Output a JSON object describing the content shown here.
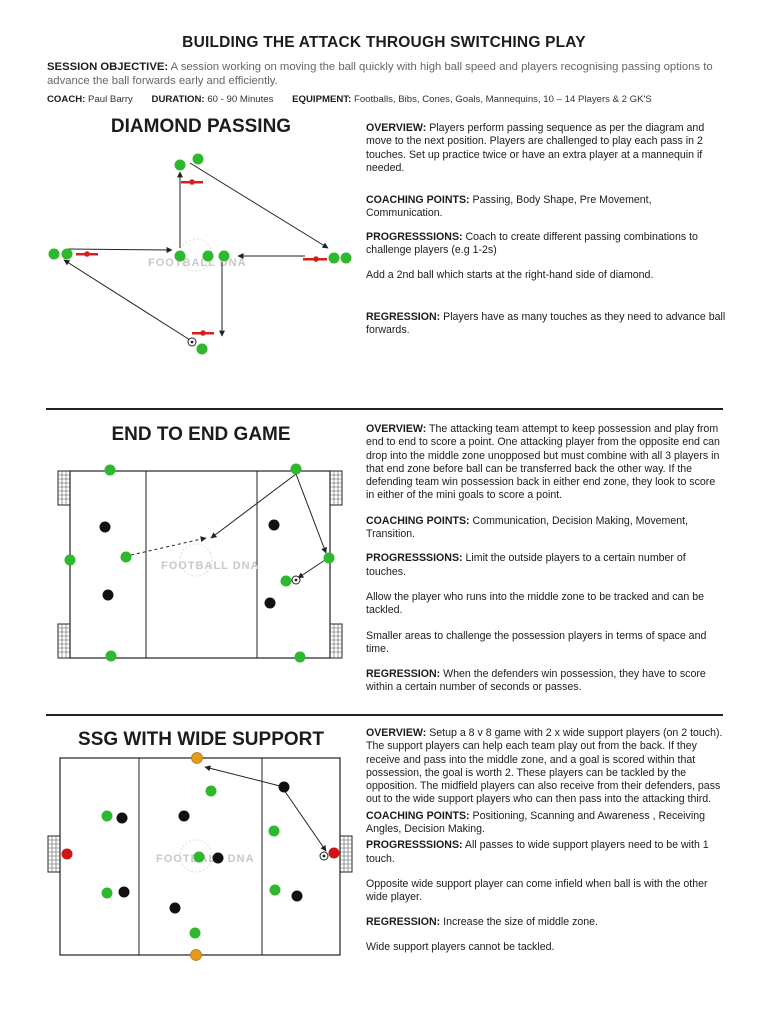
{
  "title": "BUILDING THE ATTACK THROUGH SWITCHING PLAY",
  "objective": {
    "label": "SESSION OBJECTIVE:",
    "text": "A session working on moving the ball quickly with high ball speed and players recognising passing options to advance the ball forwards early and efficiently."
  },
  "meta": {
    "coach_label": "COACH:",
    "coach": "Paul  Barry",
    "duration_label": "DURATION:",
    "duration": "60 - 90 Minutes",
    "equipment_label": "EQUIPMENT:",
    "equipment": "Footballs, Bibs, Cones, Goals, Mannequins, 10 – 14 Players & 2 GK'S"
  },
  "watermark": "FOOTBALL DNA",
  "sections": [
    {
      "title": "DIAMOND PASSING",
      "overview_label": "OVERVIEW:",
      "overview": "Players perform passing sequence as per the diagram and move to the next position. Players are challenged to play each pass in 2 touches. Set up practice twice or have an extra player at a mannequin if needed.",
      "coaching_label": "COACHING POINTS:",
      "coaching": "Passing, Body Shape, Pre Movement, Communication.",
      "progressions_label": "PROGRESSSIONS:",
      "progressions": " Coach to create different passing combinations to challenge players (e.g 1-2s)",
      "progressions_extra": "Add a 2nd ball which starts at the right-hand side of diamond.",
      "regression_label": "REGRESSION:",
      "regression": "  Players have as many touches as they need to advance ball forwards."
    },
    {
      "title": "END TO END GAME",
      "overview_label": "OVERVIEW:",
      "overview": "The attacking team attempt to keep possession and play from end to end to score a point. One attacking player from the opposite end can drop into the middle zone unopposed but must combine with all 3 players in that end zone before ball can be transferred back the other way. If the defending team win possession back in either end zone, they look to score in either of the mini goals to score a point.",
      "coaching_label": "COACHING POINTS:",
      "coaching": "Communication, Decision Making, Movement, Transition.",
      "progressions_label": "PROGRESSSIONS:",
      "progressions": " Limit the outside players to a certain number of touches.",
      "progressions_extra": "Allow the player who runs into the middle zone to be tracked and can be tackled.",
      "progressions_extra2": "Smaller areas to challenge the possession players in terms of space and time.",
      "regression_label": "REGRESSION:",
      "regression": "  When the defenders win possession, they have to score within a certain number of seconds or passes."
    },
    {
      "title": "SSG WITH WIDE SUPPORT",
      "overview_label": "OVERVIEW:",
      "overview": "Setup a 8 v 8 game with 2 x wide support players (on 2 touch). The support players can help each team play out from the back. If they receive and pass into the middle zone, and a goal is scored within that possession, the goal is worth 2. These players can be tackled by the opposition. The midfield players can also receive from their defenders, pass out to the wide support players who can then pass into the attacking third.",
      "coaching_label": "COACHING POINTS:",
      "coaching": "Positioning, Scanning and Awareness , Receiving Angles, Decision Making.",
      "progressions_label": "PROGRESSSIONS:",
      "progressions": " All passes to wide support players need to be with 1 touch.",
      "progressions_extra": "Opposite wide support player can come infield when ball is with the other wide player.",
      "regression_label": "REGRESSION:",
      "regression": "  Increase the size of middle zone.",
      "regression_extra": "Wide support players cannot be tackled."
    }
  ],
  "colors": {
    "attacker": "#2db82d",
    "defender": "#111111",
    "goalkeeper": "#d11414",
    "support": "#e39b1b",
    "mannequin": "#d62020",
    "watermark": "#c8c8c8"
  }
}
